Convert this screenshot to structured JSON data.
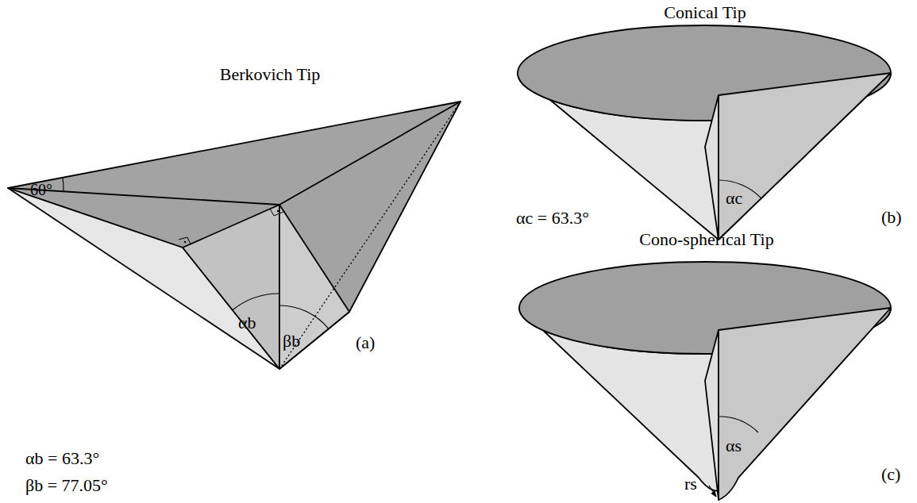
{
  "diagram": {
    "labels": [
      "Berkovich Tip",
      "60°",
      "αb",
      "βb",
      "αb = 63.3°",
      "βb = 77.05°",
      "(a)",
      "Conical Tip",
      "αc",
      "(b)",
      "αc = 63.3°",
      "Cono-spherical Tip",
      "αs",
      "rs",
      "(c)"
    ]
  }
}
